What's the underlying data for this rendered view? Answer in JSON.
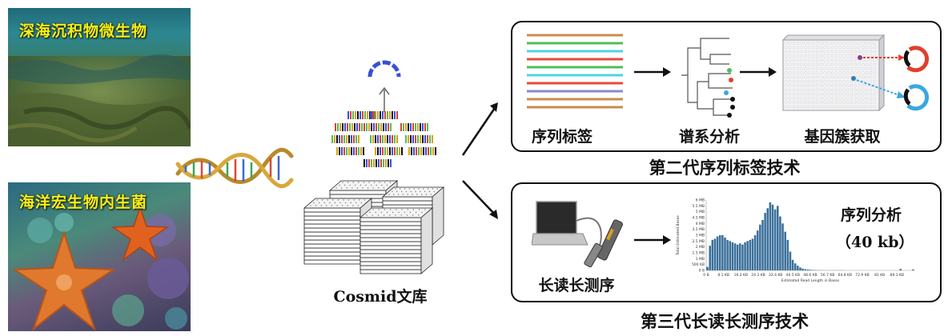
{
  "photos": {
    "top_label": "深海沉积物微生物",
    "bottom_label": "海洋宏生物内生菌"
  },
  "library": {
    "label": "Cosmid文库"
  },
  "panel_top": {
    "steps": [
      "序列标签",
      "谱系分析",
      "基因簇获取"
    ],
    "title": "第二代序列标签技术"
  },
  "panel_bottom": {
    "step": "长读长测序",
    "result_line1": "序列分析",
    "result_line2": "（40 kb）",
    "title": "第三代长读长测序技术"
  },
  "colors": {
    "ocean_teal": "#2f7f8a",
    "seq_lines": [
      "#c98c4d",
      "#4dbf5a",
      "#4fd3e0",
      "#e54b3c",
      "#4dbf5a",
      "#8a8ad0",
      "#c98c4d"
    ],
    "histogram_bar": "#3a6f9a",
    "cluster_red": "#e0402a",
    "cluster_blue": "#3aa8e0"
  },
  "chart_data": {
    "type": "bar",
    "title": "",
    "xlabel": "Estimated Read Length in Bases",
    "ylabel": "Total Estimated Bases",
    "x_ticks": [
      "0 B",
      "8.1 KB",
      "16.2 KB",
      "24.3 KB",
      "32.4 KB",
      "40.5 KB",
      "48.6 KB",
      "56.7 KB",
      "64.8 KB",
      "72.9 KB",
      "81 KB",
      "89.1 KB"
    ],
    "y_ticks": [
      "0 B",
      "500 KB",
      "1 MB",
      "1.5 MB",
      "2 MB",
      "2.5 MB",
      "3 MB",
      "3.5 MB",
      "4 MB",
      "4.5 MB",
      "5 MB",
      "5.5 MB",
      "6 MB"
    ],
    "ylim": [
      0,
      6
    ],
    "values": [
      0.3,
      2.1,
      2.6,
      2.7,
      2.9,
      3.0,
      3.0,
      2.8,
      2.6,
      2.5,
      2.4,
      2.3,
      2.2,
      2.3,
      2.2,
      2.4,
      2.5,
      2.6,
      2.7,
      3.0,
      3.4,
      3.9,
      4.3,
      4.9,
      5.3,
      5.8,
      5.6,
      5.2,
      5.5,
      4.6,
      4.0,
      3.3,
      2.6,
      1.6,
      0.9,
      0.6,
      0.4,
      0.25,
      0.15,
      0.1,
      0.08,
      0.05,
      0.04,
      0.03,
      0.02,
      0.02,
      0.01,
      0.01,
      0.01,
      0.01,
      0.01,
      0.01,
      0.01,
      0.01,
      0.01,
      0.0,
      0.0,
      0.0,
      0.0,
      0.0,
      0.0,
      0.0,
      0.0,
      0.0,
      0.0,
      0.0,
      0.0,
      0.0,
      0.0,
      0.0,
      0.0,
      0.0,
      0.0,
      0.0,
      0.0,
      0.0,
      0.0,
      0.12,
      0.0,
      0.0,
      0.0,
      0.0,
      0.08
    ]
  }
}
